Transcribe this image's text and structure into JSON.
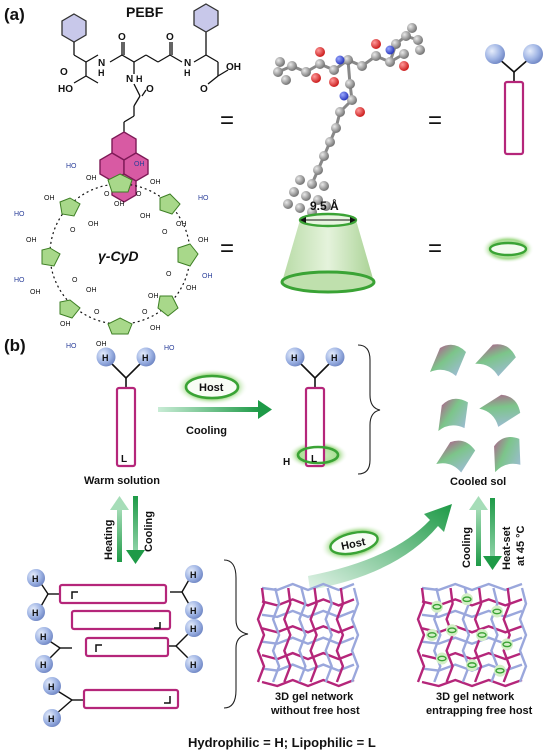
{
  "panel_a": {
    "label": "(a)",
    "pebf_label": "PEBF",
    "cyd_label": "γ-CyD",
    "cavity_label": "9.5 Å",
    "equals": "="
  },
  "panel_b": {
    "label": "(b)",
    "host": "Host",
    "cooling": "Cooling",
    "heating": "Heating",
    "heat_set": "Heat-set",
    "at_45": "at 45 °C",
    "warm_solution": "Warm solution",
    "cooled_sol": "Cooled sol",
    "gel1_line1": "3D gel network",
    "gel1_line2": "without free host",
    "gel2_line1": "3D gel network",
    "gel2_line2": "entrapping free host",
    "h": "H",
    "l": "L"
  },
  "legend": "Hydrophilic = H; Lipophilic = L",
  "chem": {
    "oh": "OH",
    "o": "O",
    "h": "H",
    "n": "N",
    "ho": "HO"
  },
  "colors": {
    "pink": "#b5267a",
    "green": "#3aa335",
    "blue_sphere": "#9db3e3",
    "blue_text": "#2b3f9a"
  }
}
